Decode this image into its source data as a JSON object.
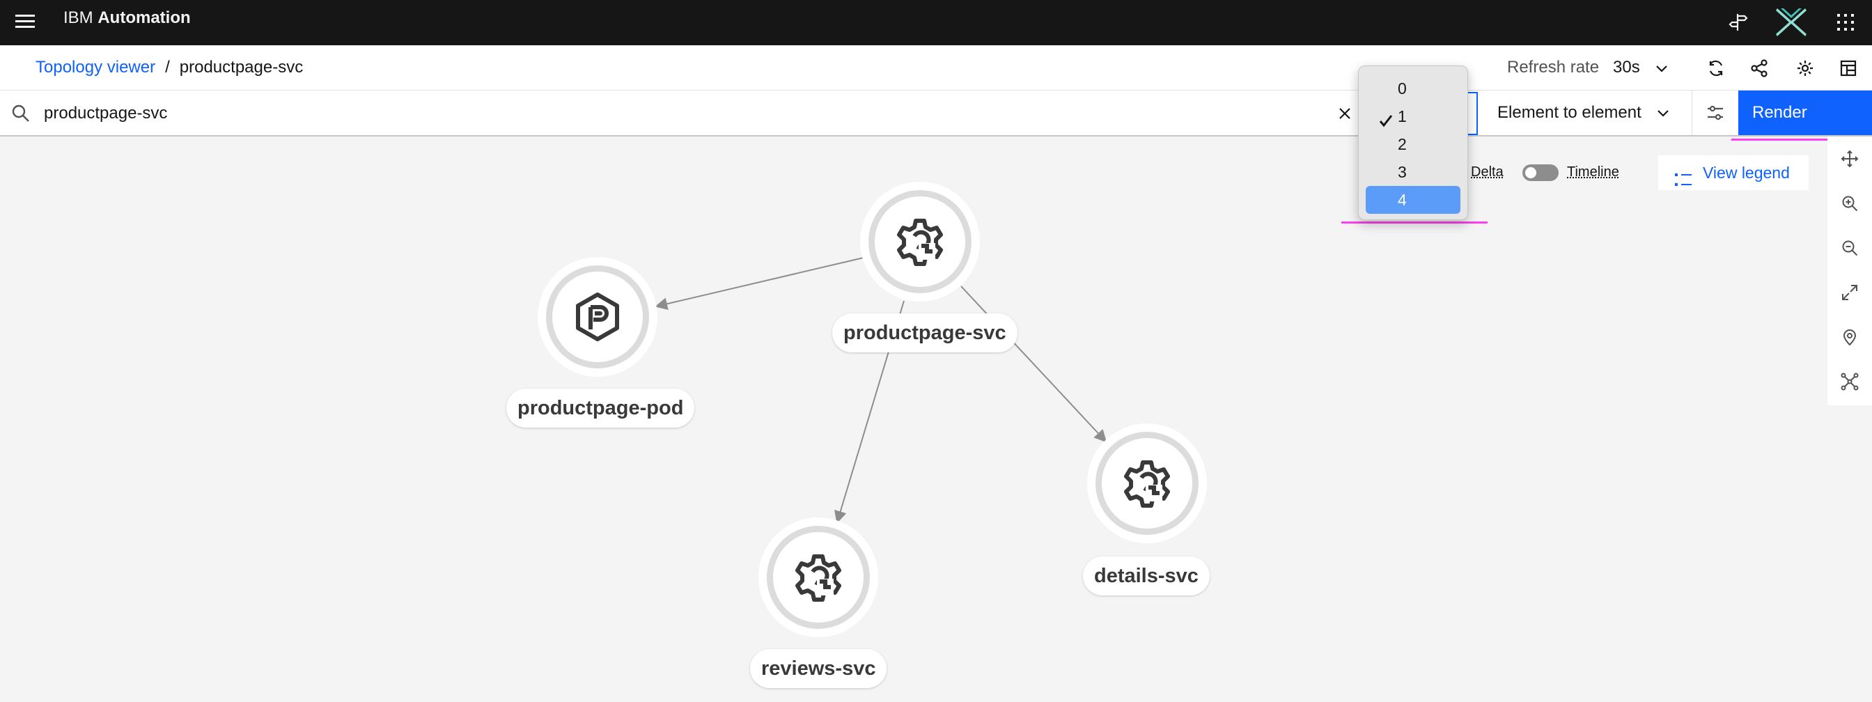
{
  "topbar": {
    "brand_prefix": "IBM",
    "brand_name": "Automation",
    "icons": [
      "menu-icon",
      "signpost-icon",
      "app-logo-x",
      "app-switcher-icon"
    ]
  },
  "breadcrumb": {
    "root": "Topology viewer",
    "separator": "/",
    "current": "productpage-svc"
  },
  "refresh": {
    "label": "Refresh rate",
    "value": "30s"
  },
  "header_icons": [
    "refresh-icon",
    "share-icon",
    "settings-icon",
    "layout-icon"
  ],
  "search": {
    "value": "productpage-svc"
  },
  "hops_dropdown": {
    "options": [
      "0",
      "1",
      "2",
      "3",
      "4"
    ],
    "checked": "1",
    "highlighted": "4"
  },
  "element_type": {
    "value": "Element to element"
  },
  "render_label": "Render",
  "controls": {
    "delta_label": "Delta",
    "timeline_label": "Timeline",
    "timeline_on": false,
    "legend_label": "View legend"
  },
  "tool_rail": [
    "move-icon",
    "zoom-in-icon",
    "zoom-out-icon",
    "fit-to-screen-icon",
    "location-icon",
    "topology-layout-icon"
  ],
  "nodes": [
    {
      "id": "productpage-svc",
      "label": "productpage-svc",
      "icon": "gear-service-icon"
    },
    {
      "id": "productpage-pod",
      "label": "productpage-pod",
      "icon": "pod-icon"
    },
    {
      "id": "details-svc",
      "label": "details-svc",
      "icon": "gear-service-icon"
    },
    {
      "id": "reviews-svc",
      "label": "reviews-svc",
      "icon": "gear-service-icon"
    }
  ],
  "edges": [
    {
      "from": "productpage-svc",
      "to": "productpage-pod"
    },
    {
      "from": "productpage-svc",
      "to": "details-svc"
    },
    {
      "from": "productpage-svc",
      "to": "reviews-svc"
    }
  ],
  "colors": {
    "accent": "#0f62fe",
    "topbar": "#161616",
    "canvas": "#f4f4f4",
    "highlight": "#5b9cf8",
    "annotation": "#ff3ff2"
  }
}
